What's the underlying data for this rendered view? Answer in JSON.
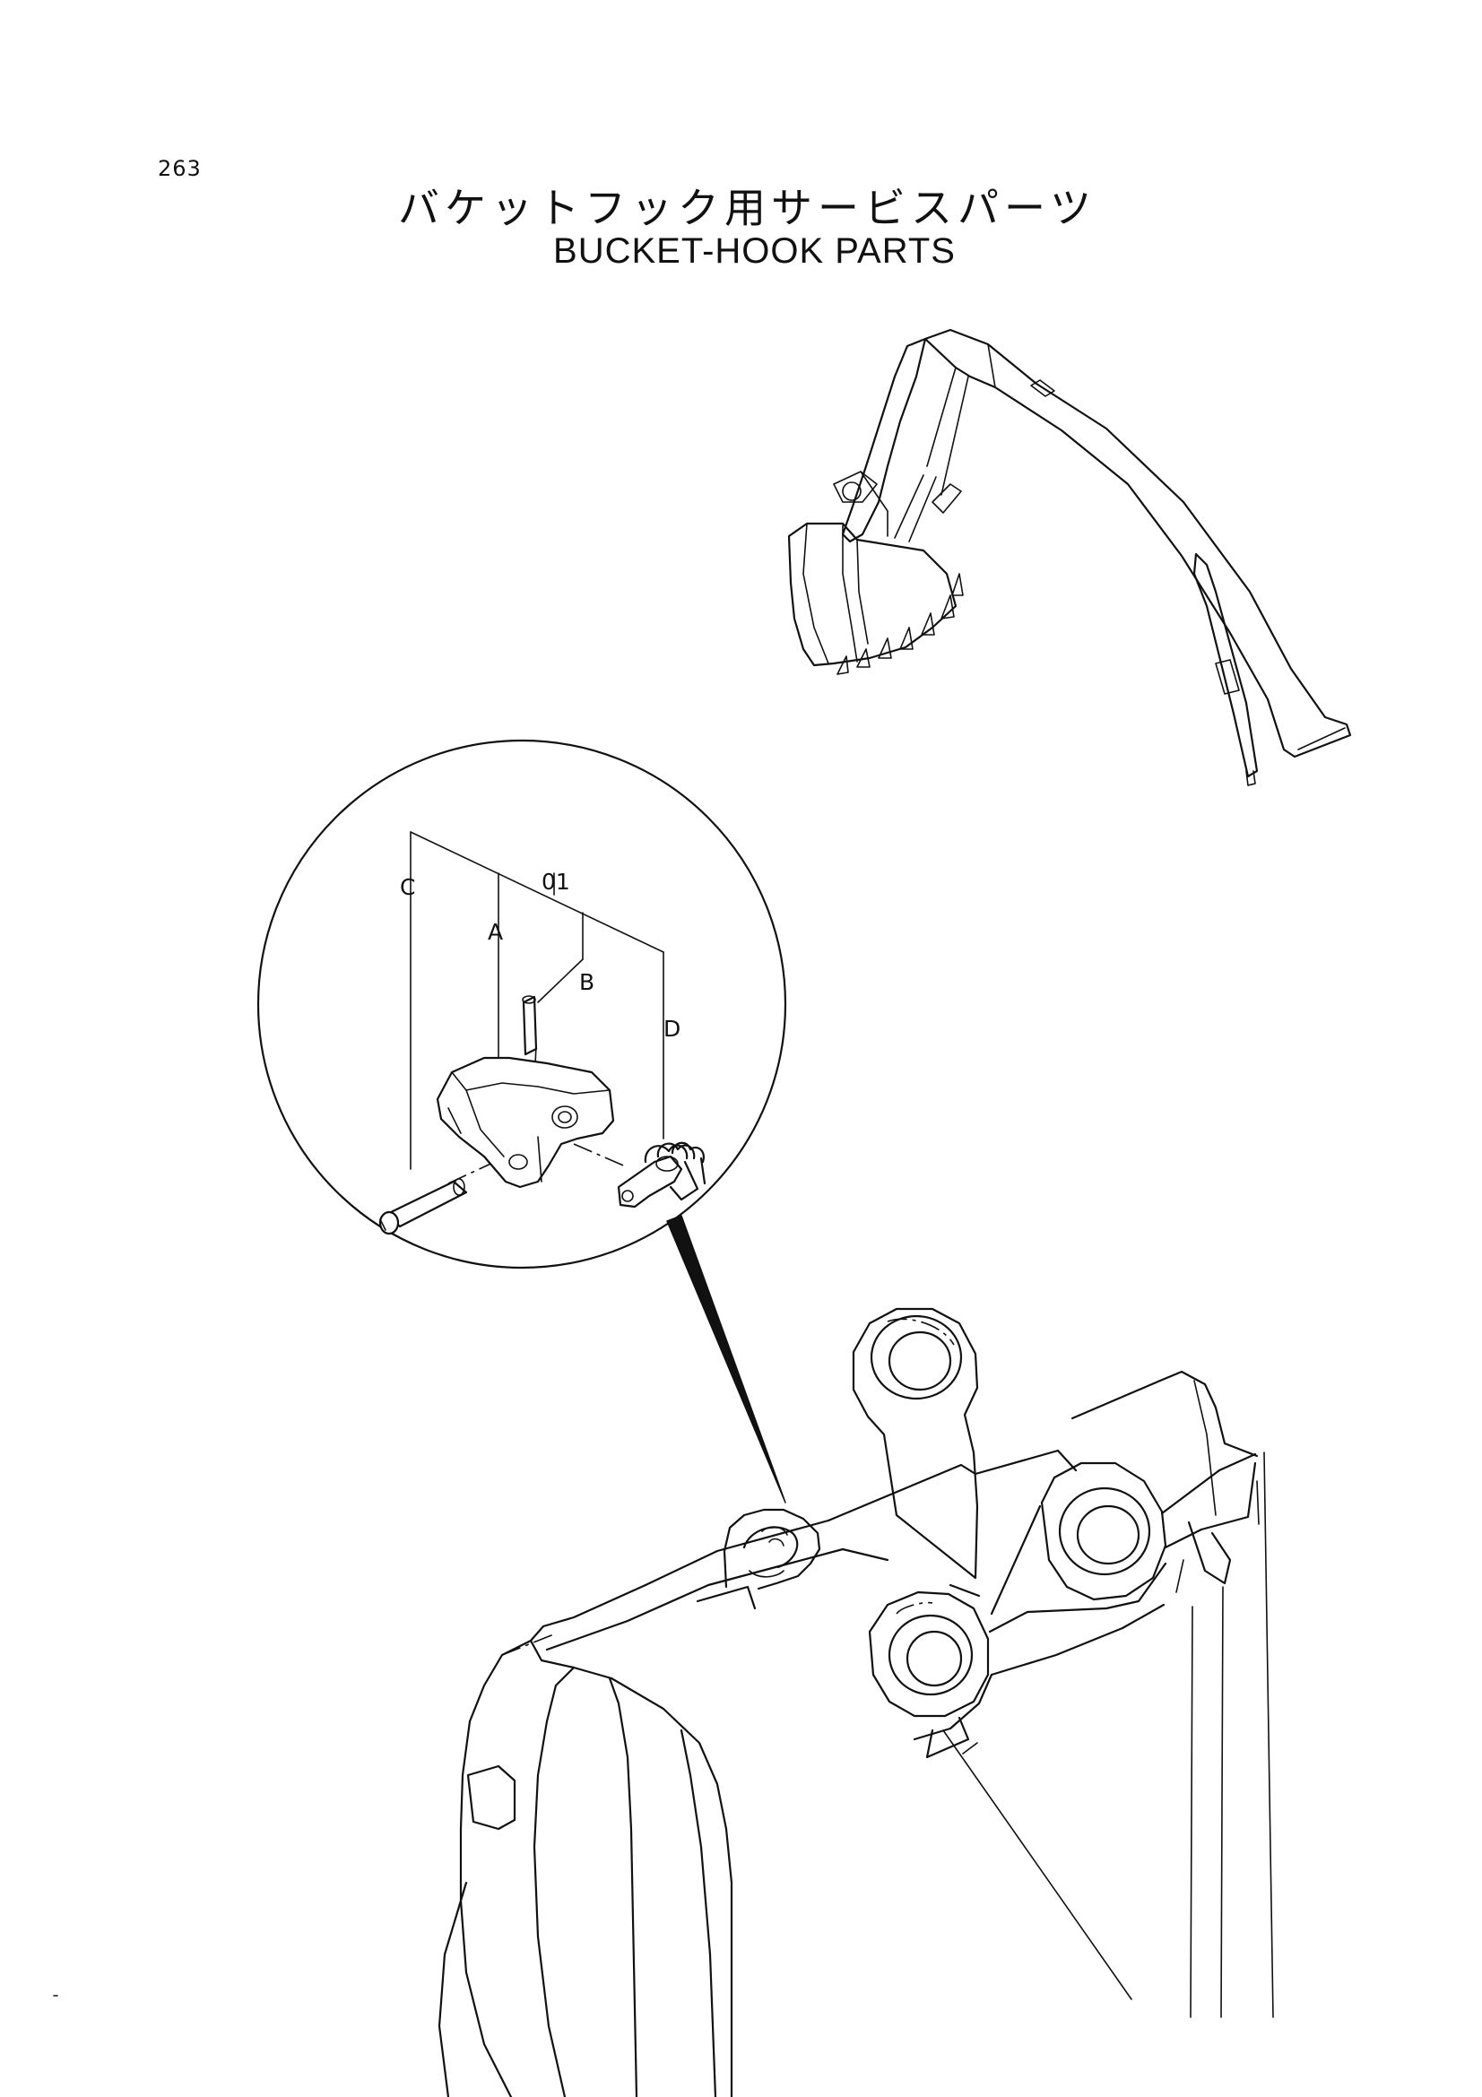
{
  "page": {
    "number": "263",
    "title_jp": "バケットフック用サービスパーツ",
    "title_en": "BUCKET-HOOK PARTS"
  },
  "detail": {
    "labels": {
      "assembly": "01",
      "a": "A",
      "b": "B",
      "c": "C",
      "d": "D"
    }
  },
  "colors": {
    "ink": "#111111",
    "paper": "#ffffff"
  }
}
